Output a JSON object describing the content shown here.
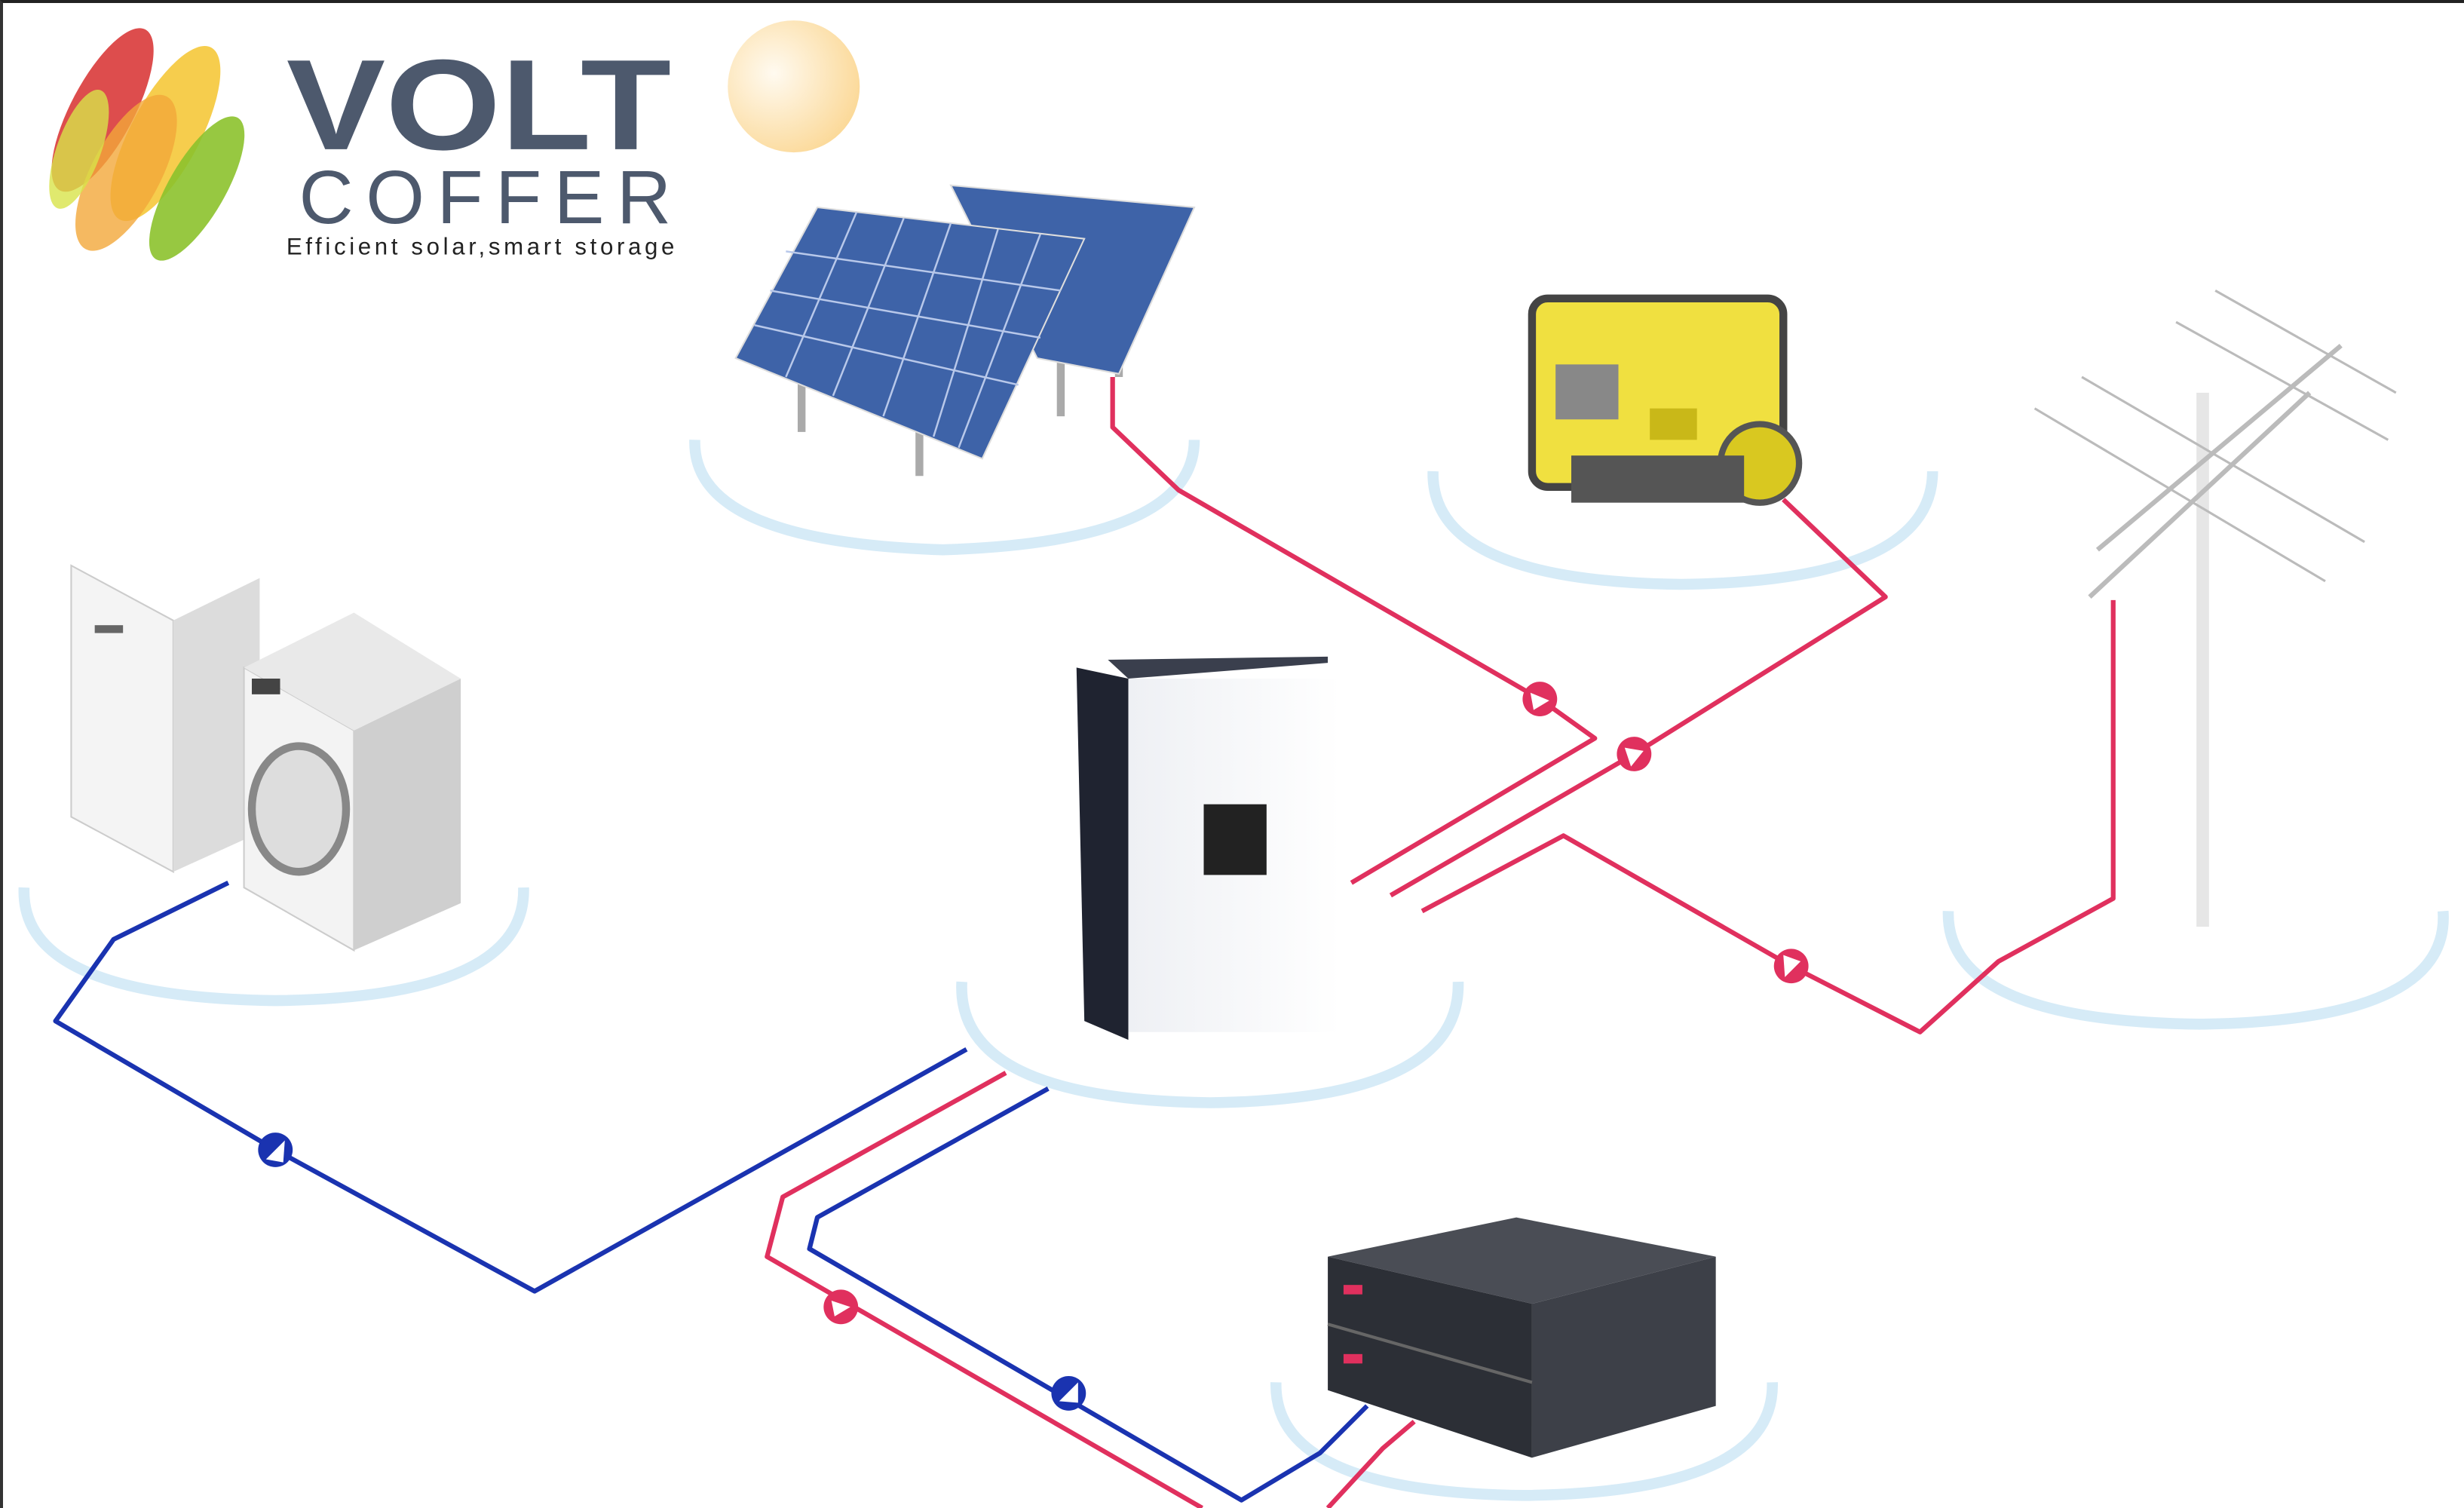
{
  "logo": {
    "brand_top": "VOLT",
    "brand_bottom": "COFFER",
    "tagline": "Efficient solar,smart storage"
  },
  "colors": {
    "brand_text": "#4d596d",
    "ac_line": "#1a33b0",
    "dc_line": "#e0305e",
    "platform": "#d6ebf7",
    "panel": "#3e63a8",
    "generator": "#f0e040"
  }
}
